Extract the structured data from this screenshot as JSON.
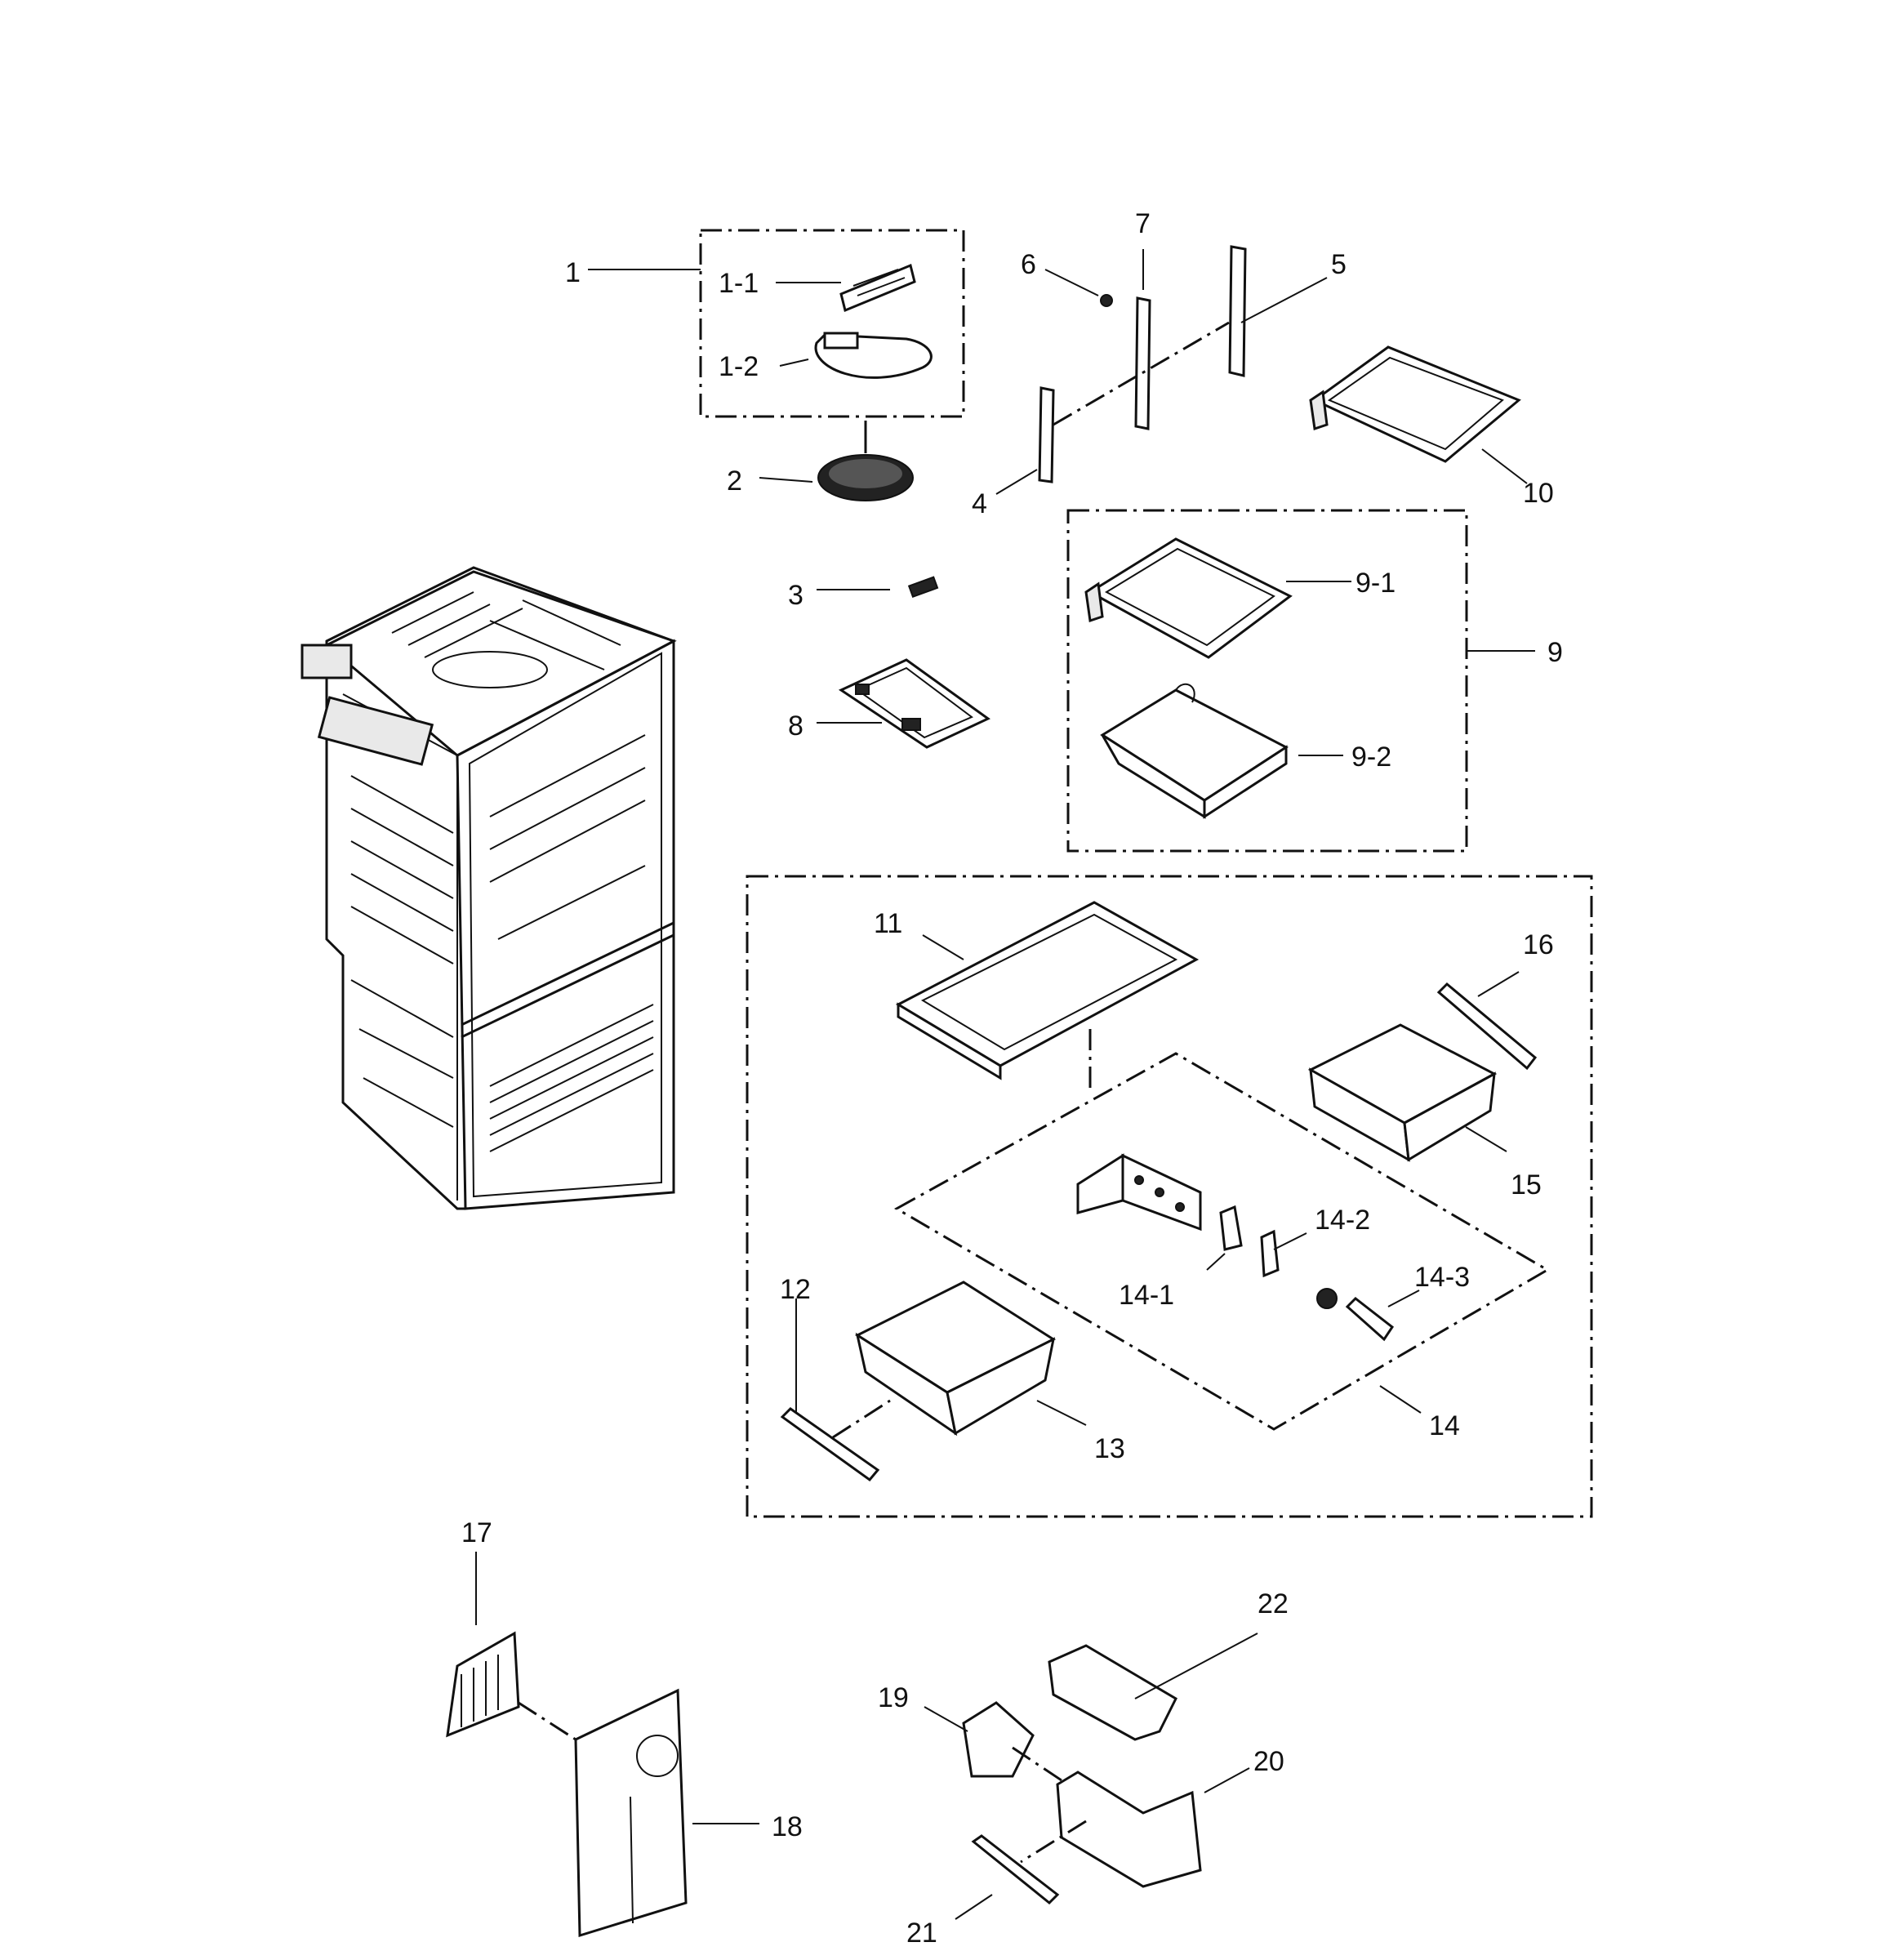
{
  "labels": {
    "p1": "1",
    "p1_1": "1-1",
    "p1_2": "1-2",
    "p2": "2",
    "p3": "3",
    "p4": "4",
    "p5": "5",
    "p6": "6",
    "p7": "7",
    "p8": "8",
    "p9": "9",
    "p9_1": "9-1",
    "p9_2": "9-2",
    "p10": "10",
    "p11": "11",
    "p12": "12",
    "p13": "13",
    "p14": "14",
    "p14_1": "14-1",
    "p14_2": "14-2",
    "p14_3": "14-3",
    "p15": "15",
    "p16": "16",
    "p17": "17",
    "p18": "18",
    "p19": "19",
    "p20": "20",
    "p21": "21",
    "p22": "22"
  }
}
